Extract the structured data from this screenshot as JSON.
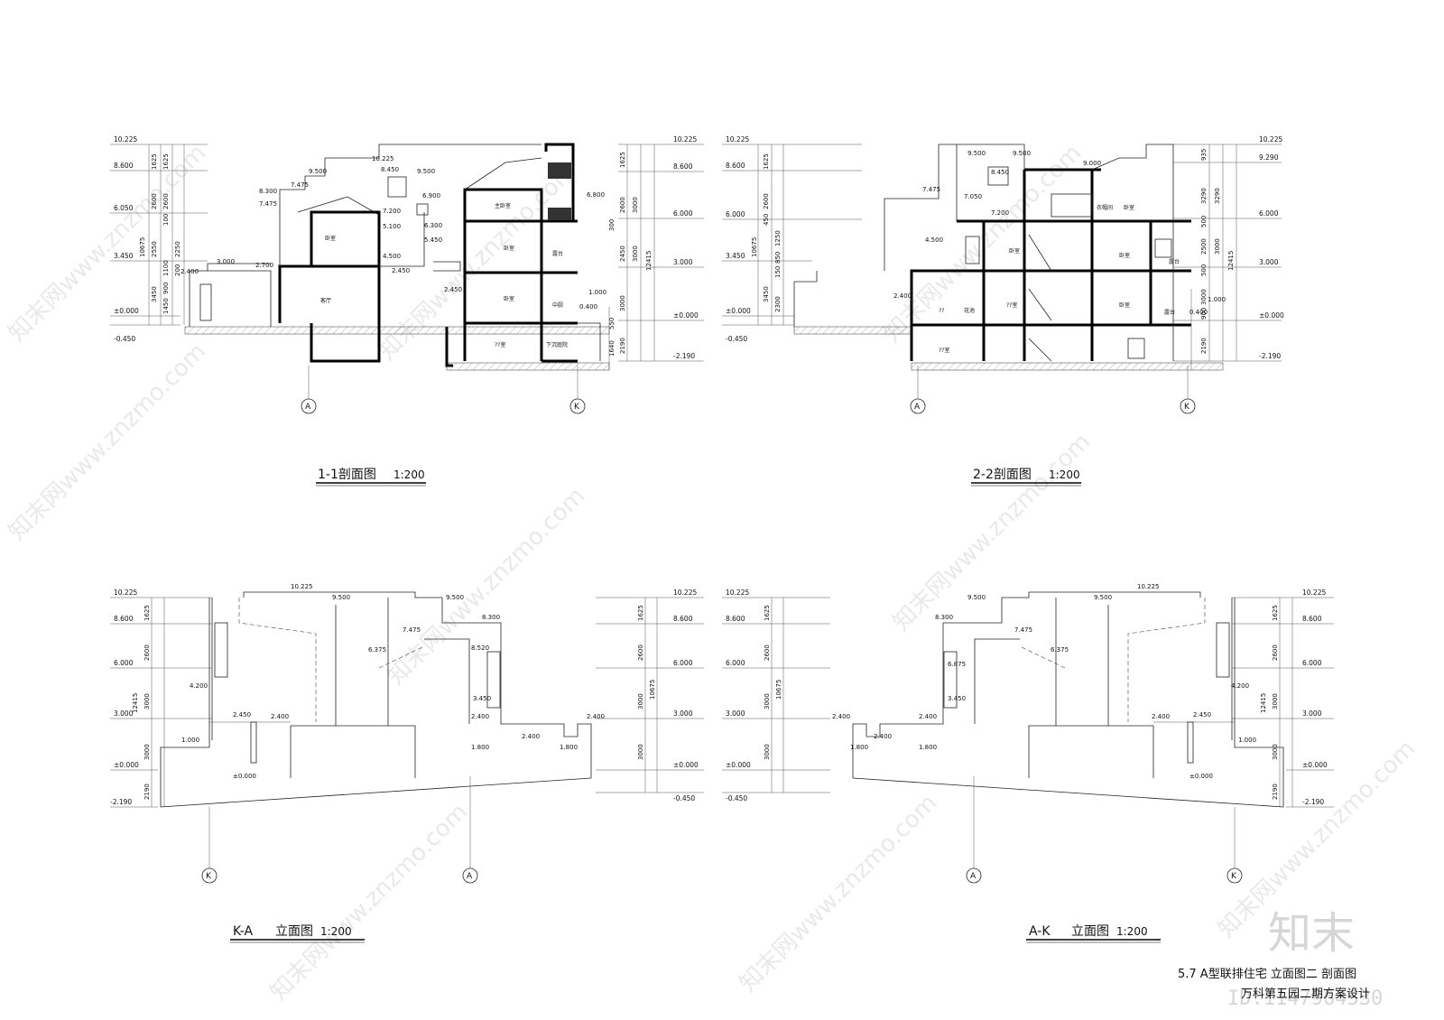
{
  "drawings": {
    "s1": {
      "title": "1-1剖面图",
      "scale": "1:200",
      "axis_left": "A",
      "axis_right": "K",
      "levels_left": [
        "10.225",
        "8.600",
        "6.050",
        "3.450",
        "±0.000",
        "-0.450"
      ],
      "levels_right": [
        "10.225",
        "8.600",
        "6.000",
        "3.000",
        "±0.000",
        "-2.190"
      ],
      "dims_left": [
        "1625",
        "1625",
        "2600",
        "2600",
        "100",
        "2550",
        "2250",
        "1100",
        "200",
        "900",
        "1450",
        "3450",
        "10675"
      ],
      "dims_right": [
        "1625",
        "2600",
        "3000",
        "2450",
        "3000",
        "3000",
        "2190",
        "12415",
        "300",
        "550",
        "1640"
      ],
      "elevations": [
        "10.225",
        "9.500",
        "8.450",
        "9.500",
        "8.300",
        "7.475",
        "7.475",
        "7.200",
        "6.900",
        "6.300",
        "6.800",
        "5.100",
        "5.450",
        "4.500",
        "3.000",
        "2.700",
        "2.400",
        "2.450",
        "2.450",
        "1.000",
        "0.400"
      ],
      "rooms": [
        "主卧室",
        "客厅",
        "卧室",
        "卧室",
        "卧室",
        "露台",
        "中厨",
        "??室",
        "下沉庭院"
      ]
    },
    "s2": {
      "title": "2-2剖面图",
      "scale": "1:200",
      "axis_left": "A",
      "axis_right": "K",
      "levels_left": [
        "10.225",
        "8.600",
        "6.000",
        "3.450",
        "±0.000",
        "-0.450"
      ],
      "levels_right": [
        "10.225",
        "9.290",
        "6.000",
        "3.000",
        "±0.000",
        "-2.190"
      ],
      "dims_left": [
        "1625",
        "2600",
        "450",
        "1250",
        "850",
        "150",
        "3450",
        "10675",
        "2300"
      ],
      "dims_right": [
        "935",
        "3290",
        "3290",
        "500",
        "2500",
        "3000",
        "500",
        "3000",
        "900",
        "2190",
        "12415"
      ],
      "elevations": [
        "9.500",
        "9.500",
        "9.000",
        "8.450",
        "7.475",
        "7.050",
        "7.200",
        "4.500",
        "2.400",
        "1.000",
        "0.400"
      ],
      "rooms": [
        "衣帽间",
        "卧室",
        "卧室",
        "卧室",
        "卧室",
        "露台",
        "??",
        "花池",
        "??室",
        "露台",
        "??室"
      ]
    },
    "e1": {
      "title": "立面图",
      "axis_label": "K-A",
      "scale": "1:200",
      "axis_left": "K",
      "axis_right": "A",
      "levels_left": [
        "10.225",
        "8.600",
        "6.000",
        "3.000",
        "±0.000",
        "-2.190"
      ],
      "levels_right": [
        "10.225",
        "8.600",
        "6.000",
        "3.000",
        "±0.000",
        "-0.450"
      ],
      "dims_left": [
        "1625",
        "2600",
        "3000",
        "3000",
        "2190",
        "12415"
      ],
      "dims_right": [
        "1625",
        "2600",
        "3000",
        "3000",
        "10675"
      ],
      "elevations": [
        "10.225",
        "9.500",
        "9.500",
        "8.300",
        "7.475",
        "6.375",
        "8.520",
        "4.200",
        "3.450",
        "2.450",
        "2.400",
        "2.400",
        "2.400",
        "2.400",
        "1.000",
        "±0.000",
        "1.800",
        "1.800"
      ]
    },
    "e2": {
      "title": "立面图",
      "axis_label": "A-K",
      "scale": "1:200",
      "axis_left": "A",
      "axis_right": "K",
      "levels_left": [
        "10.225",
        "8.600",
        "6.000",
        "3.000",
        "±0.000",
        "-0.450"
      ],
      "levels_right": [
        "10.225",
        "8.600",
        "6.000",
        "3.000",
        "±0.000",
        "-2.190"
      ],
      "dims_left": [
        "1625",
        "2600",
        "3000",
        "3000",
        "10675"
      ],
      "dims_right": [
        "1625",
        "2600",
        "3000",
        "3000",
        "2190",
        "12415"
      ],
      "elevations": [
        "10.225",
        "9.500",
        "9.500",
        "8.300",
        "7.475",
        "6.375",
        "6.875",
        "4.200",
        "3.450",
        "2.450",
        "2.400",
        "2.400",
        "2.400",
        "2.400",
        "1.000",
        "±0.000",
        "1.800",
        "1.800"
      ]
    }
  },
  "footer": {
    "line1": "5.7  A型联排住宅  立面图二  剖面图",
    "line2": "万科第五园二期方案设计"
  },
  "brand": {
    "logo": "知末",
    "id_text": "ID:1147964530",
    "watermark": "知末网www.znzmo.com"
  }
}
